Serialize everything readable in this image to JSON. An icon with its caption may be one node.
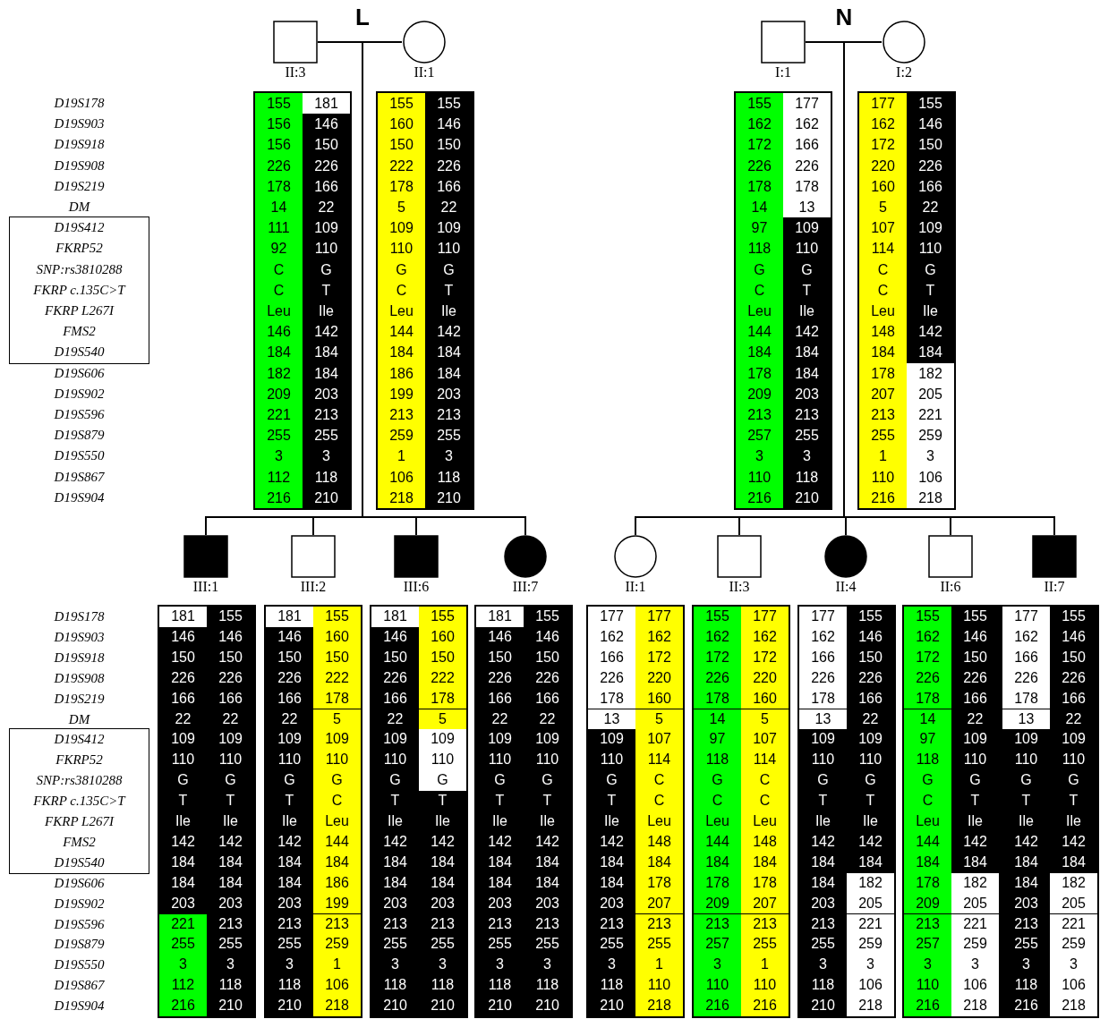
{
  "diagram": {
    "nodes": [
      {
        "text": [
          "II:3"
        ]
      },
      {
        "text": [
          "II:1"
        ]
      },
      {
        "text": [
          "I:1"
        ]
      },
      {
        "text": [
          "I:2"
        ]
      },
      {
        "text": [
          "III:1"
        ]
      },
      {
        "text": [
          "III:2"
        ]
      },
      {
        "text": [
          "III:6"
        ]
      },
      {
        "text": [
          "III:7"
        ]
      },
      {
        "text": [
          "II:1"
        ]
      },
      {
        "text": [
          "II:3"
        ]
      },
      {
        "text": [
          "II:4"
        ]
      },
      {
        "text": [
          "II:6"
        ]
      },
      {
        "text": [
          "II:7"
        ]
      }
    ],
    "edges": [
      {
        "from": 0,
        "to": 1,
        "arrow": "none"
      },
      {
        "from": 2,
        "to": 3,
        "arrow": "none"
      },
      {
        "from": 0,
        "to": 4,
        "arrow": "none"
      },
      {
        "from": 0,
        "to": 5,
        "arrow": "none"
      },
      {
        "from": 0,
        "to": 6,
        "arrow": "none"
      },
      {
        "from": 0,
        "to": 7,
        "arrow": "none"
      },
      {
        "from": 1,
        "to": 4,
        "arrow": "none"
      },
      {
        "from": 1,
        "to": 5,
        "arrow": "none"
      },
      {
        "from": 1,
        "to": 6,
        "arrow": "none"
      },
      {
        "from": 1,
        "to": 7,
        "arrow": "none"
      },
      {
        "from": 2,
        "to": 8,
        "arrow": "none"
      },
      {
        "from": 2,
        "to": 9,
        "arrow": "none"
      },
      {
        "from": 2,
        "to": 10,
        "arrow": "none"
      },
      {
        "from": 2,
        "to": 11,
        "arrow": "none"
      },
      {
        "from": 2,
        "to": 12,
        "arrow": "none"
      },
      {
        "from": 3,
        "to": 8,
        "arrow": "none"
      },
      {
        "from": 3,
        "to": 9,
        "arrow": "none"
      },
      {
        "from": 3,
        "to": 10,
        "arrow": "none"
      },
      {
        "from": 3,
        "to": 11,
        "arrow": "none"
      },
      {
        "from": 3,
        "to": 12,
        "arrow": "none"
      }
    ],
    "labels": [
      "L",
      "N",
      "D19S178",
      "155",
      "181",
      "155",
      "155",
      "155",
      "177",
      "177",
      "155",
      "D19S903",
      "156",
      "146",
      "160",
      "146",
      "162",
      "162",
      "162",
      "146",
      "D19S918",
      "156",
      "150",
      "150",
      "150",
      "172",
      "166",
      "172",
      "150",
      "D19S908",
      "226",
      "226",
      "222",
      "226",
      "226",
      "226",
      "220",
      "226",
      "D19S219",
      "178",
      "166",
      "178",
      "166",
      "178",
      "178",
      "160",
      "166",
      "DM",
      "14",
      "22",
      "5",
      "22",
      "14",
      "13",
      "5",
      "22",
      "D19S412",
      "111",
      "109",
      "109",
      "109",
      "97",
      "109",
      "107",
      "109",
      "FKRP52",
      "92",
      "110",
      "110",
      "110",
      "118",
      "110",
      "114",
      "110",
      "SNP:rs3810288",
      "C",
      "G",
      "G",
      "G",
      "G",
      "G",
      "C",
      "G",
      "FKRP c.135C>T",
      "C",
      "T",
      "C",
      "T",
      "C",
      "T",
      "C",
      "T",
      "FKRP L267I",
      "Leu",
      "Ile",
      "Leu",
      "Ile",
      "Leu",
      "Ile",
      "Leu",
      "Ile",
      "FMS2",
      "146",
      "142",
      "144",
      "142",
      "144",
      "142",
      "148",
      "142",
      "D19S540",
      "184",
      "184",
      "184",
      "184",
      "184",
      "184",
      "184",
      "184",
      "D19S606",
      "182",
      "184",
      "186",
      "184",
      "178",
      "184",
      "178",
      "182",
      "D19S902",
      "209",
      "203",
      "199",
      "203",
      "209",
      "203",
      "207",
      "205",
      "D19S596",
      "221",
      "213",
      "213",
      "213",
      "213",
      "213",
      "213",
      "221",
      "D19S879",
      "255",
      "255",
      "259",
      "255",
      "257",
      "255",
      "255",
      "259",
      "D19S550",
      "3",
      "3",
      "1",
      "3",
      "3",
      "3",
      "1",
      "3",
      "D19S867",
      "112",
      "118",
      "106",
      "118",
      "110",
      "118",
      "110",
      "106",
      "D19S904",
      "216",
      "210",
      "218",
      "210",
      "216",
      "210",
      "216",
      "218",
      "D19S178",
      "181",
      "155",
      "181",
      "155",
      "181",
      "155",
      "181",
      "155",
      "177",
      "177",
      "155",
      "177",
      "177",
      "155",
      "155",
      "155",
      "177",
      "155",
      "D19S903",
      "146",
      "146",
      "146",
      "160",
      "146",
      "160",
      "146",
      "146",
      "162",
      "162",
      "162",
      "162",
      "162",
      "146",
      "162",
      "146",
      "162",
      "146",
      "D19S918",
      "150",
      "150",
      "150",
      "150",
      "150",
      "150",
      "150",
      "150",
      "166",
      "172",
      "172",
      "172",
      "166",
      "150",
      "172",
      "150",
      "166",
      "150",
      "D19S908",
      "226",
      "226",
      "226",
      "222",
      "226",
      "222",
      "226",
      "226",
      "226",
      "220",
      "226",
      "220",
      "226",
      "226",
      "226",
      "226",
      "226",
      "226",
      "D19S219",
      "166",
      "166",
      "166",
      "178",
      "166",
      "178",
      "166",
      "166",
      "178",
      "160",
      "178",
      "160",
      "178",
      "166",
      "178",
      "166",
      "178",
      "166",
      "DM",
      "22",
      "22",
      "22",
      "5",
      "22",
      "5",
      "22",
      "22",
      "13",
      "5",
      "14",
      "5",
      "13",
      "22",
      "14",
      "22",
      "13",
      "22",
      "D19S412",
      "109",
      "109",
      "109",
      "109",
      "109",
      "109",
      "109",
      "109",
      "109",
      "107",
      "97",
      "107",
      "109",
      "109",
      "97",
      "109",
      "109",
      "109",
      "FKRP52",
      "110",
      "110",
      "110",
      "110",
      "110",
      "110",
      "110",
      "110",
      "110",
      "114",
      "118",
      "114",
      "110",
      "110",
      "118",
      "110",
      "110",
      "110",
      "SNP:rs3810288",
      "G",
      "G",
      "G",
      "G",
      "G",
      "G",
      "G",
      "G",
      "G",
      "C",
      "G",
      "C",
      "G",
      "G",
      "G",
      "G",
      "G",
      "G",
      "FKRP c.135C>T",
      "T",
      "T",
      "T",
      "C",
      "T",
      "T",
      "T",
      "T",
      "T",
      "C",
      "C",
      "C",
      "T",
      "T",
      "C",
      "T",
      "T",
      "T",
      "FKRP L267I",
      "Ile",
      "Ile",
      "Ile",
      "Leu",
      "Ile",
      "Ile",
      "Ile",
      "Ile",
      "Ile",
      "Leu",
      "Leu",
      "Leu",
      "Ile",
      "Ile",
      "Leu",
      "Ile",
      "Ile",
      "Ile",
      "FMS2",
      "142",
      "142",
      "142",
      "144",
      "142",
      "142",
      "142",
      "142",
      "142",
      "148",
      "144",
      "148",
      "142",
      "142",
      "144",
      "142",
      "142",
      "142",
      "D19S540",
      "184",
      "184",
      "184",
      "184",
      "184",
      "184",
      "184",
      "184",
      "184",
      "184",
      "184",
      "184",
      "184",
      "184",
      "184",
      "184",
      "184",
      "184",
      "D19S606",
      "184",
      "184",
      "184",
      "186",
      "184",
      "184",
      "184",
      "184",
      "184",
      "178",
      "178",
      "178",
      "184",
      "182",
      "178",
      "182",
      "184",
      "182",
      "D19S902",
      "203",
      "203",
      "203",
      "199",
      "203",
      "203",
      "203",
      "203",
      "203",
      "207",
      "209",
      "207",
      "203",
      "205",
      "209",
      "205",
      "203",
      "205",
      "D19S596",
      "221",
      "213",
      "213",
      "213",
      "213",
      "213",
      "213",
      "213",
      "213",
      "213",
      "213",
      "213",
      "213",
      "221",
      "213",
      "221",
      "213",
      "221",
      "D19S879",
      "255",
      "255",
      "255",
      "259",
      "255",
      "255",
      "255",
      "255",
      "255",
      "255",
      "257",
      "255",
      "255",
      "259",
      "257",
      "259",
      "255",
      "259",
      "D19S550",
      "3",
      "3",
      "3",
      "1",
      "3",
      "3",
      "3",
      "3",
      "3",
      "1",
      "3",
      "1",
      "3",
      "3",
      "3",
      "3",
      "3",
      "3",
      "D19S867",
      "112",
      "118",
      "118",
      "106",
      "118",
      "118",
      "118",
      "118",
      "118",
      "110",
      "110",
      "110",
      "118",
      "106",
      "110",
      "106",
      "118",
      "106",
      "D19S904",
      "216",
      "210",
      "210",
      "218",
      "210",
      "210",
      "210",
      "210",
      "210",
      "218",
      "216",
      "216",
      "210",
      "218",
      "216",
      "218",
      "216",
      "218"
    ]
  }
}
